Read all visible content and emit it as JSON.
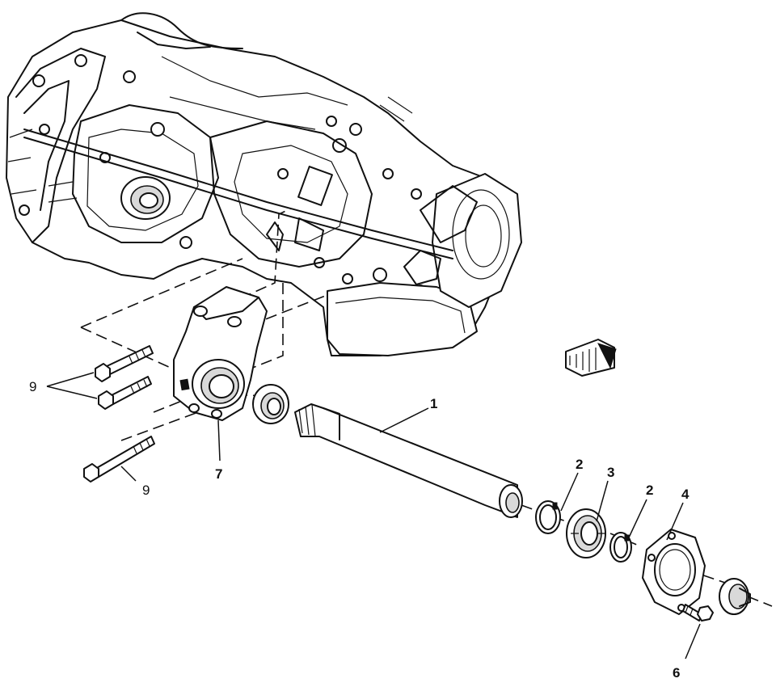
{
  "diagram": {
    "callouts": {
      "shaft": "1",
      "retaining_ring_left": "2",
      "bearing": "3",
      "retaining_ring_right": "2",
      "flange_plate": "4",
      "bolt_lower": "6",
      "bracket": "7",
      "bolts_upper": "9",
      "bolt_long": "9"
    },
    "colors": {
      "line": "#111111",
      "background": "#ffffff",
      "shade": "#d9d9d9"
    },
    "icons": [
      "transmission-housing-icon",
      "view-direction-arrow-icon"
    ]
  }
}
